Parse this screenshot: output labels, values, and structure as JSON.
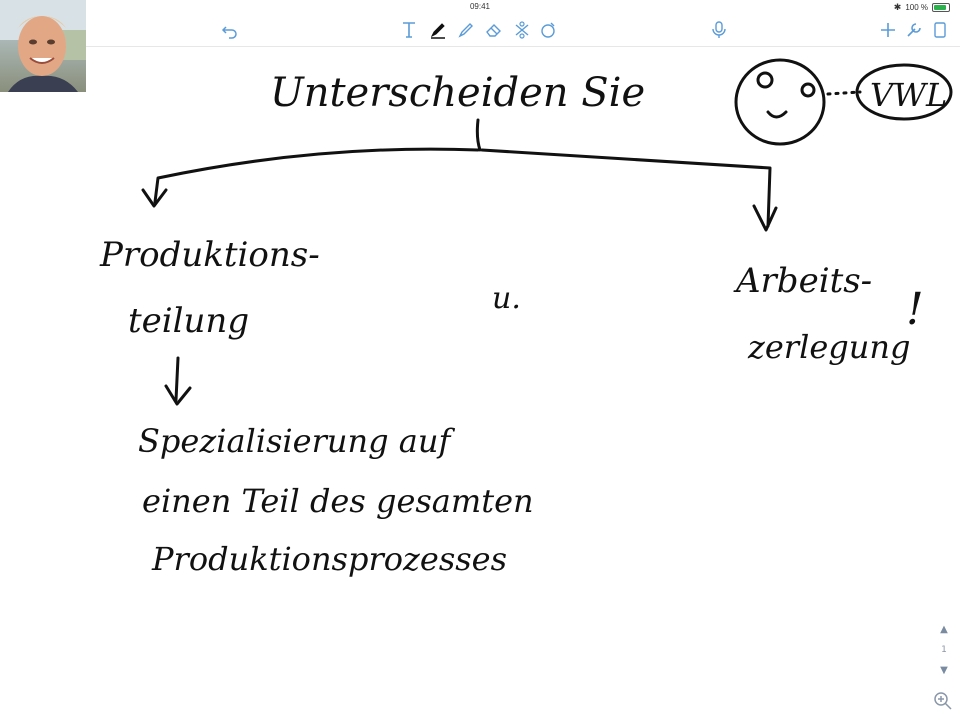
{
  "status_bar": {
    "time": "09:41",
    "battery_text": "100 %",
    "colors": {
      "battery": "#2bb24c"
    }
  },
  "toolbar": {
    "undo_icon": "undo-icon",
    "tools": [
      "text-tool-icon",
      "pen-tool-icon",
      "highlighter-tool-icon",
      "eraser-tool-icon",
      "lasso-tool-icon",
      "shape-tool-icon"
    ],
    "mic_icon": "microphone-icon",
    "add_icon": "add-page-icon",
    "settings_icon": "wrench-icon",
    "pages_icon": "pages-icon",
    "colors": {
      "icon": "#5a9bd8",
      "active_pen": "#111111"
    }
  },
  "webcam": {
    "icon": "presenter-video"
  },
  "scroll": {
    "position_label": "1"
  },
  "notes": {
    "heading": "Unterscheiden Sie",
    "bubble": "VWL",
    "left_term_line1": "Produktions-",
    "left_term_line2": "teilung",
    "connector": "u.",
    "right_term_line1": "Arbeits-",
    "right_term_line2": "zerlegung",
    "exclaim": "!",
    "definition_line1": "Spezialisierung auf",
    "definition_line2": "einen Teil des gesamten",
    "definition_line3": "Produktionsprozesses"
  }
}
